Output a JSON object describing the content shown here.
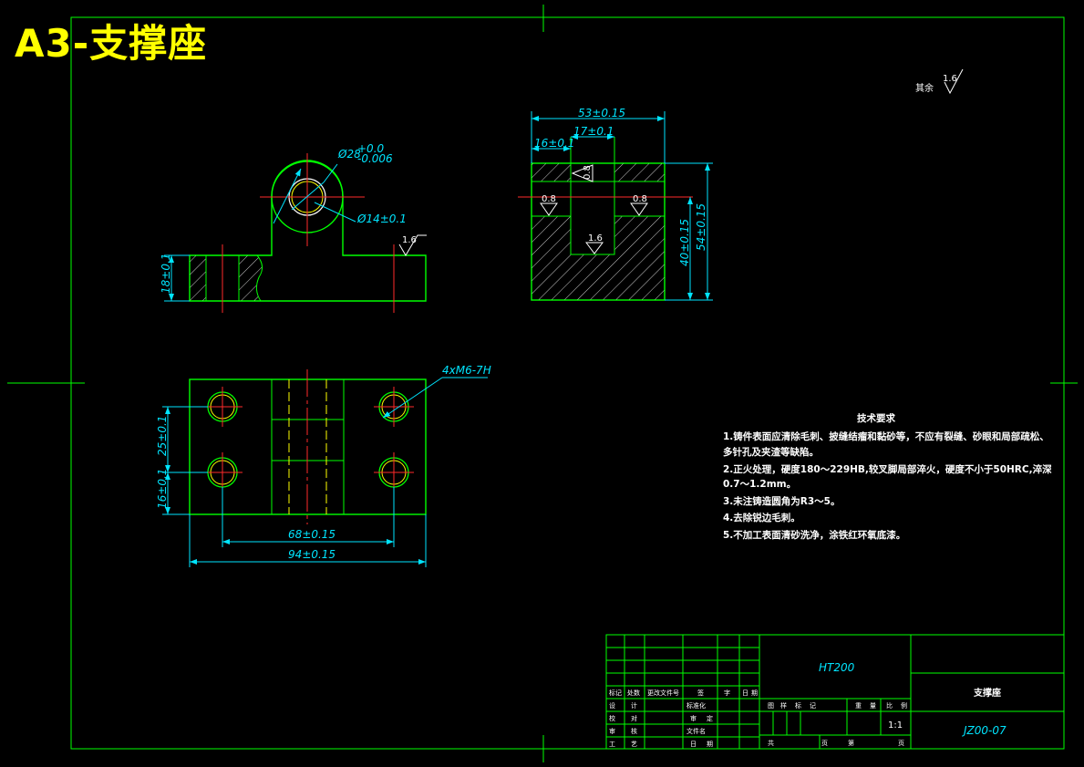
{
  "drawing": {
    "title": "A3-支撑座",
    "roughness_note": {
      "prefix": "其余",
      "value": "1.6"
    },
    "front_view": {
      "dim_bore_outer": "Ø28+0.0 -0.006",
      "dim_bore_outer_main": "Ø28",
      "dim_bore_outer_tol_up": "+0.0",
      "dim_bore_outer_tol_low": "-0.006",
      "dim_bore_inner": "Ø14±0.1",
      "dim_height": "18±0.1",
      "roughness": "1.6"
    },
    "side_view": {
      "dim_total_width": "53±0.15",
      "dim_left": "16±0.1",
      "dim_slot": "17±0.1",
      "dim_h40": "40±0.15",
      "dim_h54": "54±0.15",
      "roughness_a": "0.8",
      "roughness_b": "0.8",
      "roughness_c": "0.8",
      "roughness_d": "1.6"
    },
    "top_view": {
      "thread": "4xM6-7H",
      "dim_25": "25±0.1",
      "dim_16": "16±0.1",
      "dim_68": "68±0.15",
      "dim_94": "94±0.15"
    },
    "requirements": {
      "heading": "技术要求",
      "lines": [
        "1.铸件表面应清除毛刺、披缝结瘤和黏砂等，不应有裂缝、砂眼和局部疏松、",
        "多针孔及夹渣等缺陷。",
        "2.正火处理，硬度180～229HB,较叉脚局部淬火，硬度不小于50HRC,淬深",
        "0.7～1.2mm。",
        "3.未注铸造圆角为R3～5。",
        "4.去除锐边毛刺。",
        "5.不加工表面清砂洗净，涂铁红环氧底漆。"
      ]
    },
    "title_block": {
      "material": "HT200",
      "part_name": "支撑座",
      "drawing_no": "JZ00-07",
      "scale": "1:1",
      "row_labels_top": [
        "标记",
        "处数",
        "更改文件号",
        "签",
        "字",
        "日",
        "期"
      ],
      "col_left": [
        "设",
        "计",
        "校",
        "对",
        "审",
        "核",
        "工",
        "艺"
      ],
      "col_mid": [
        "标准化",
        "审",
        "定",
        "文件名",
        "日",
        "期"
      ],
      "stage_labels": [
        "图",
        "样",
        "标",
        "记",
        "重",
        "量",
        "比",
        "例"
      ],
      "bottom": [
        "共",
        "页",
        "第",
        "页"
      ]
    }
  }
}
